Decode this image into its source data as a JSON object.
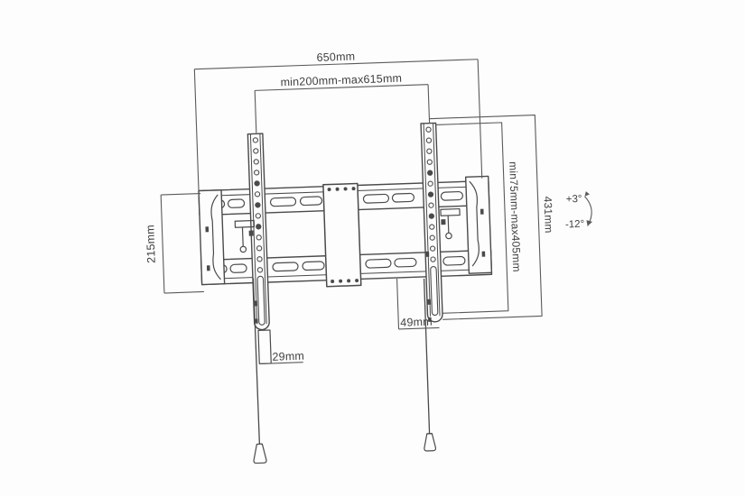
{
  "diagram": {
    "type": "technical-dimension-drawing",
    "subject": "tilting TV wall mount bracket, front view with dimension callouts",
    "labels": {
      "overall_width": "650mm",
      "mount_width_range": "min200mm-max615mm",
      "wall_plate_height": "215mm",
      "vesa_height_range": "min75mm-max405mm",
      "bracket_height": "431mm",
      "tilt_up": "+3°",
      "tilt_down": "-12°",
      "right_bottom_offset": "49mm",
      "left_bottom_offset": "29mm"
    },
    "colors": {
      "background": "#fdfdfd",
      "mount_line": "#4a4a4a",
      "dimension_line": "#5a5a5a",
      "text": "#3f3f3f"
    }
  }
}
